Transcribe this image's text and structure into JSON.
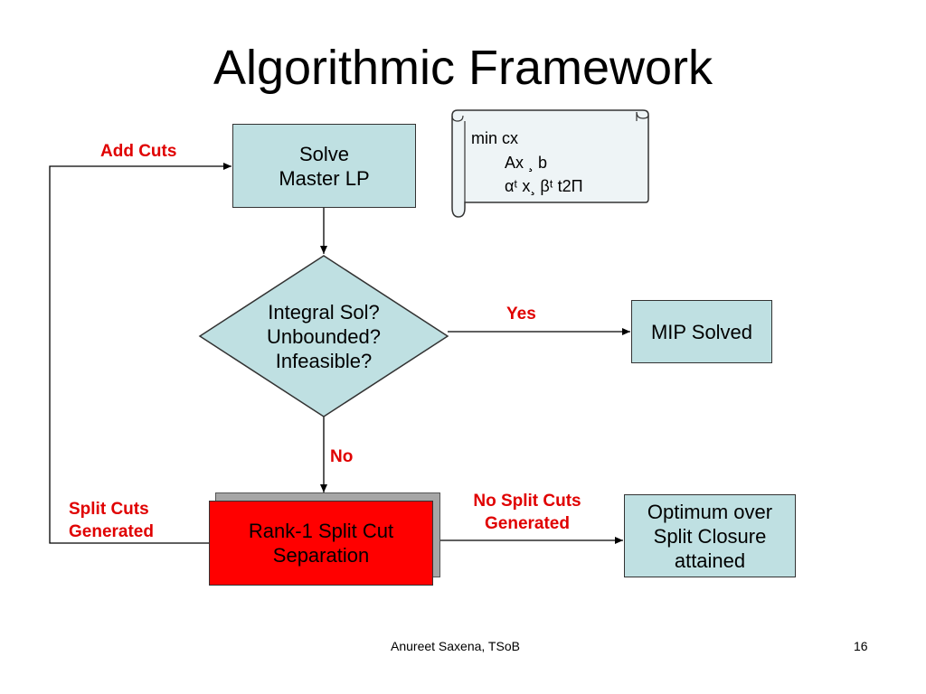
{
  "title": "Algorithmic Framework",
  "nodes": {
    "solve_lp": [
      "Solve",
      "Master LP"
    ],
    "decision": [
      "Integral Sol?",
      "Unbounded?",
      "Infeasible?"
    ],
    "mip_solved": [
      "MIP Solved"
    ],
    "split_sep": [
      "Rank-1 Split Cut",
      "Separation"
    ],
    "optimum": [
      "Optimum over",
      "Split Closure",
      "attained"
    ]
  },
  "edge_labels": {
    "add_cuts": "Add Cuts",
    "yes": "Yes",
    "no": "No",
    "split_cuts": [
      "Split Cuts",
      "Generated"
    ],
    "no_split_cuts": [
      "No Split Cuts",
      "Generated"
    ]
  },
  "scroll": {
    "line1": "min cx",
    "line2": "Ax ¸ b",
    "line3": "αᵗ x¸ βᵗ   t2Π"
  },
  "footer": {
    "author": "Anureet Saxena, TSoB",
    "page": "16"
  },
  "colors": {
    "box_fill": "#bfe0e2",
    "highlight_fill": "#ff0000",
    "label_red": "#e00000"
  }
}
